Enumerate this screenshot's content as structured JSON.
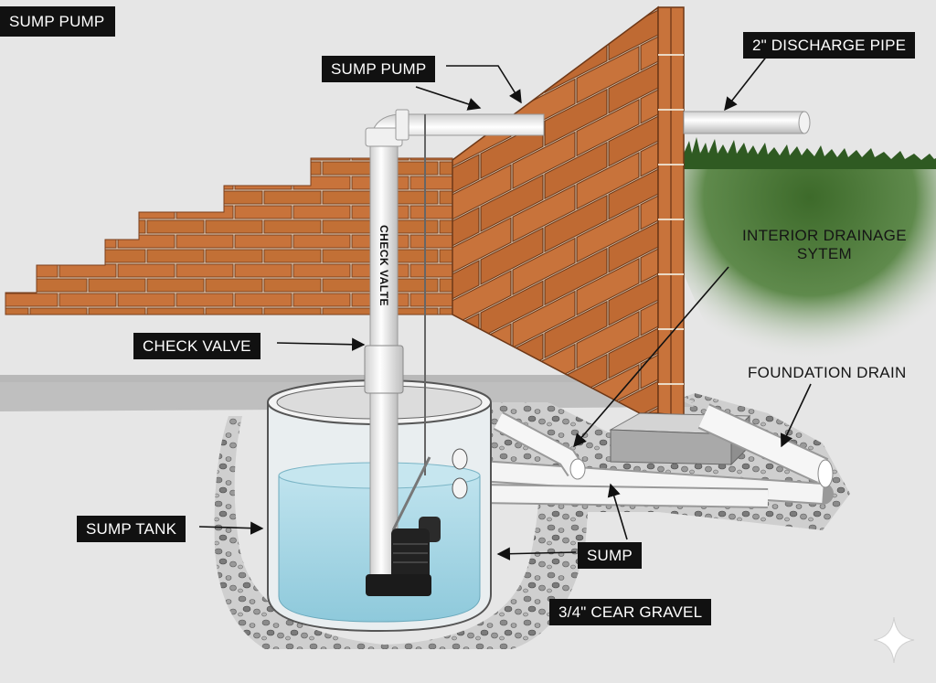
{
  "labels": {
    "corner_title": "SUMP PUMP",
    "sump_pump": "SUMP PUMP",
    "discharge_pipe": "2\" DISCHARGE PIPE",
    "interior_drainage_line1": "INTERIOR DRAINAGE",
    "interior_drainage_line2": "SYTEM",
    "check_valve": "CHECK VALVE",
    "foundation_drain": "FOUNDATION DRAIN",
    "sump_tank": "SUMP TANK",
    "sump": "SUMP",
    "gravel": "3/4\" CEAR GRAVEL",
    "pipe_text": "CHECK VALTE"
  },
  "colors": {
    "brick": "#c8733b",
    "mortar": "#ead9c4",
    "water": "#aad7e4",
    "pipe": "#f4f4f4",
    "label_bg": "#111111",
    "grass": "#3f6b2c"
  },
  "icons": [
    "sparkle-icon"
  ]
}
